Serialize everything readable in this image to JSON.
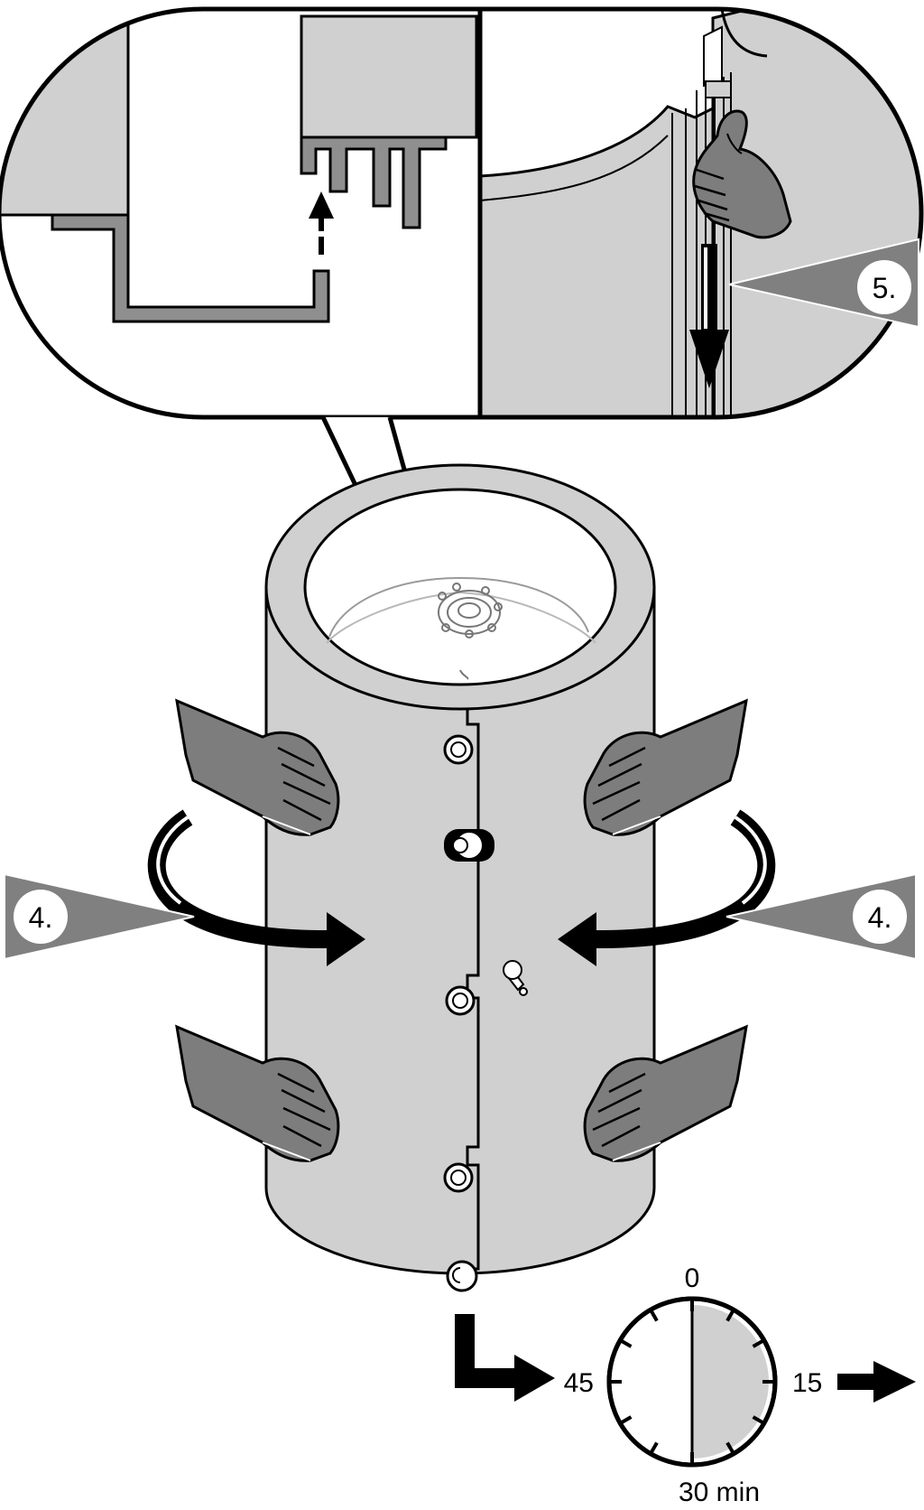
{
  "steps": {
    "step4_left": "4.",
    "step4_right": "4.",
    "step5": "5."
  },
  "timer": {
    "top": "0",
    "right": "15",
    "left": "45",
    "bottom": "30 min",
    "elapsed_fraction": 0.5
  },
  "colors": {
    "panel_gray": "#d0d0d0",
    "hand_gray": "#7d7d7d",
    "callout_gray": "#808080",
    "outline": "#000000"
  },
  "icons": [
    "hand-icon",
    "thumb-press-icon",
    "rotate-arrow-icon",
    "timer-icon",
    "elbow-arrow-icon"
  ]
}
